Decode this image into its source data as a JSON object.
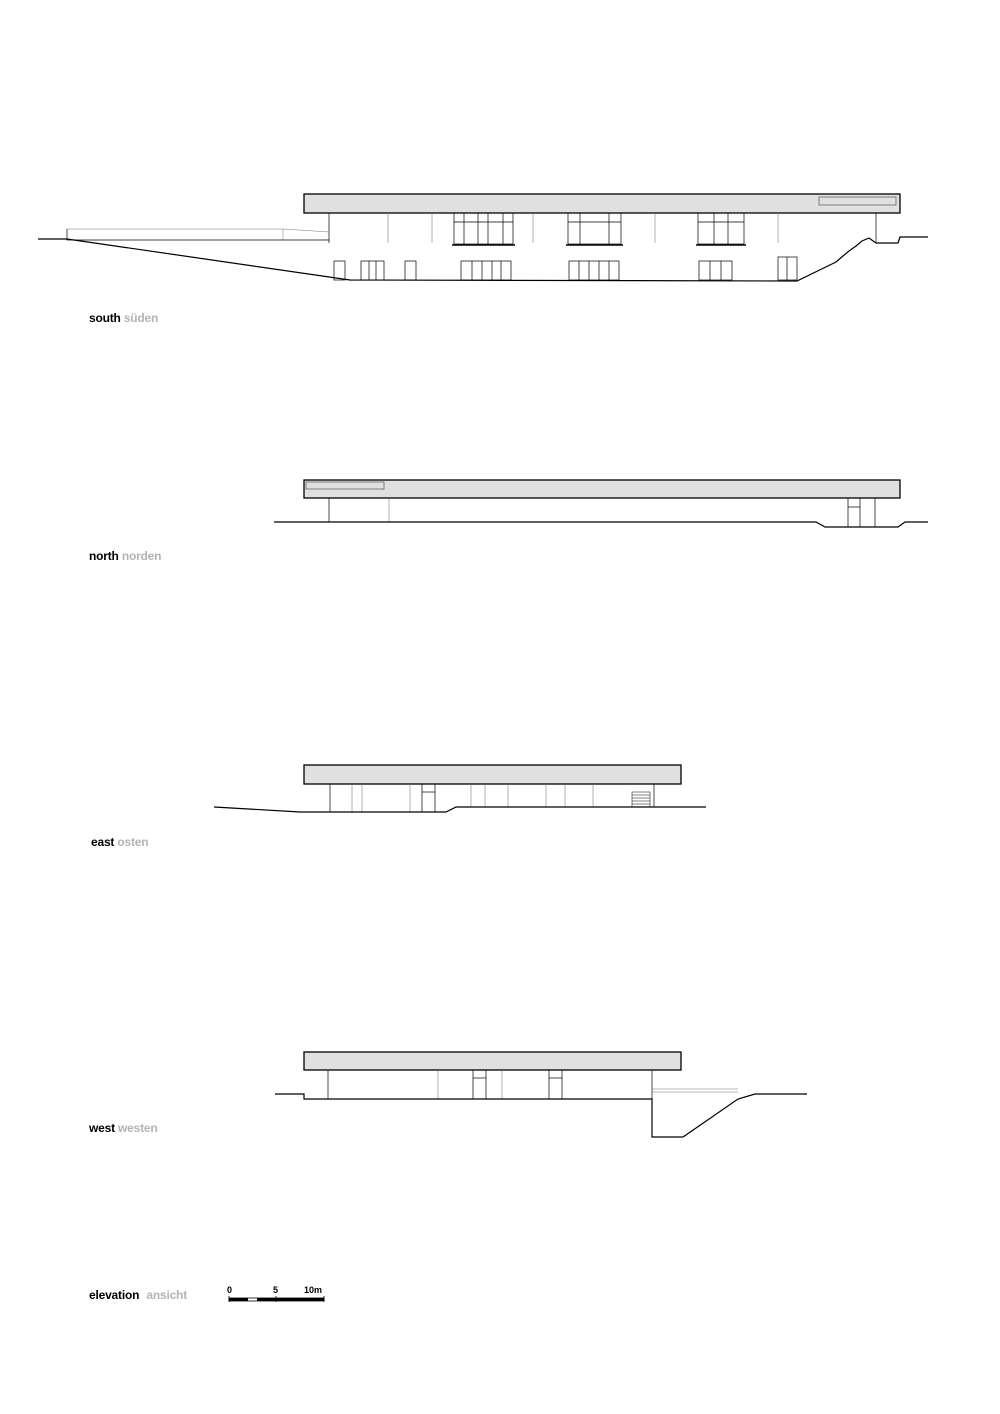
{
  "elevations": {
    "south": {
      "label_en": "south",
      "label_de": "süden"
    },
    "north": {
      "label_en": "north",
      "label_de": "norden"
    },
    "east": {
      "label_en": "east",
      "label_de": "osten"
    },
    "west": {
      "label_en": "west",
      "label_de": "westen"
    }
  },
  "legend": {
    "label_en": "elevation",
    "label_de": "ansicht"
  },
  "scale_bar": {
    "ticks": [
      "0",
      "5",
      "10m"
    ]
  },
  "colors": {
    "roof_fill": "#e0e0e0",
    "line": "#000000",
    "secondary_text": "#b4b4b4"
  }
}
